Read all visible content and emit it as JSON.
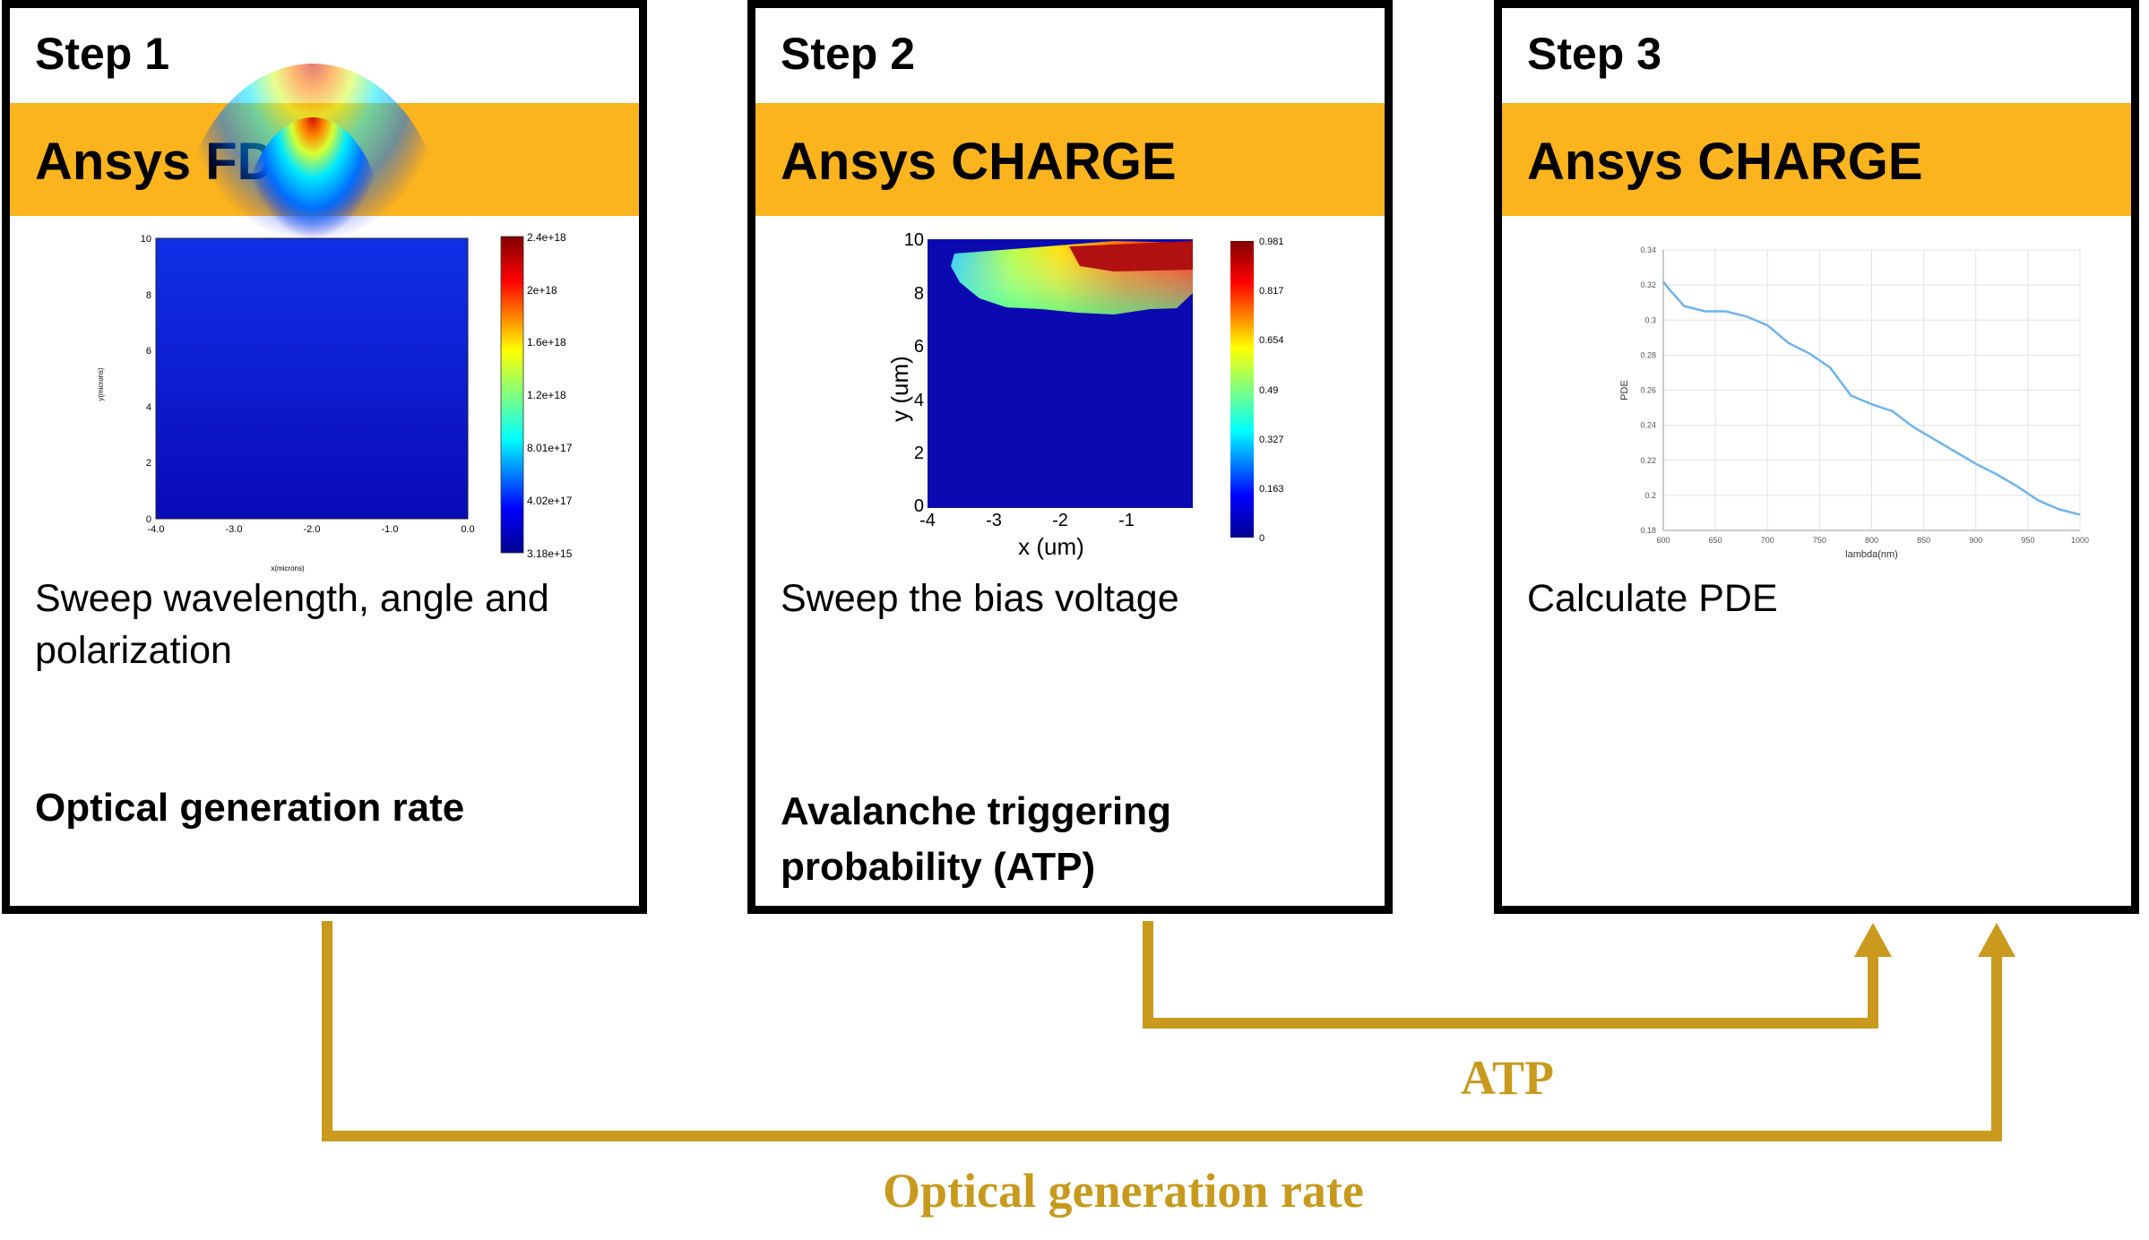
{
  "colors": {
    "band": "#fbb41d",
    "arrow": "#c99a1d",
    "border": "#000000",
    "pde_line": "#6fb4e8"
  },
  "panels": [
    {
      "step": "Step 1",
      "tool": "Ansys FDTD",
      "description": "Sweep wavelength, angle and polarization",
      "output": "Optical generation rate",
      "plot": {
        "type": "heatmap",
        "xlabel": "x(microns)",
        "ylabel": "y(microns)",
        "x_ticks": [
          "-4.0",
          "-3.0",
          "-2.0",
          "-1.0",
          "0.0"
        ],
        "y_ticks": [
          "10",
          "8",
          "6",
          "4",
          "2",
          "0"
        ],
        "colorbar_ticks": [
          "2.4e+18",
          "2e+18",
          "1.6e+18",
          "1.2e+18",
          "8.01e+17",
          "4.02e+17",
          "3.18e+15"
        ]
      }
    },
    {
      "step": "Step 2",
      "tool": "Ansys CHARGE",
      "description": "Sweep the bias voltage",
      "output": "Avalanche triggering probability (ATP)",
      "plot": {
        "type": "heatmap",
        "xlabel": "x (um)",
        "ylabel": "y (um)",
        "x_ticks": [
          "-4",
          "-3",
          "-2",
          "-1"
        ],
        "y_ticks": [
          "10",
          "8",
          "6",
          "4",
          "2",
          "0"
        ],
        "colorbar_ticks": [
          "0.981",
          "0.817",
          "0.654",
          "0.49",
          "0.327",
          "0.163",
          "0"
        ]
      }
    },
    {
      "step": "Step 3",
      "tool": "Ansys CHARGE",
      "description": "Calculate PDE",
      "output": "",
      "plot": {
        "type": "line"
      }
    }
  ],
  "chart_data": {
    "type": "line",
    "xlabel": "lambda(nm)",
    "ylabel": "PDE",
    "xlim": [
      600,
      1000
    ],
    "ylim": [
      0.18,
      0.34
    ],
    "x_ticks": [
      600,
      650,
      700,
      750,
      800,
      850,
      900,
      950,
      1000
    ],
    "y_ticks": [
      0.18,
      0.2,
      0.22,
      0.24,
      0.26,
      0.28,
      0.3,
      0.32,
      0.34
    ],
    "grid": true,
    "x": [
      600,
      605,
      620,
      640,
      660,
      680,
      700,
      720,
      740,
      760,
      780,
      800,
      820,
      840,
      860,
      880,
      900,
      920,
      940,
      960,
      980,
      1000
    ],
    "y": [
      0.322,
      0.318,
      0.308,
      0.305,
      0.305,
      0.302,
      0.297,
      0.287,
      0.281,
      0.273,
      0.257,
      0.252,
      0.248,
      0.239,
      0.232,
      0.225,
      0.218,
      0.212,
      0.205,
      0.197,
      0.192,
      0.189
    ]
  },
  "flows": {
    "atp_label": "ATP",
    "ogr_label": "Optical generation rate"
  }
}
